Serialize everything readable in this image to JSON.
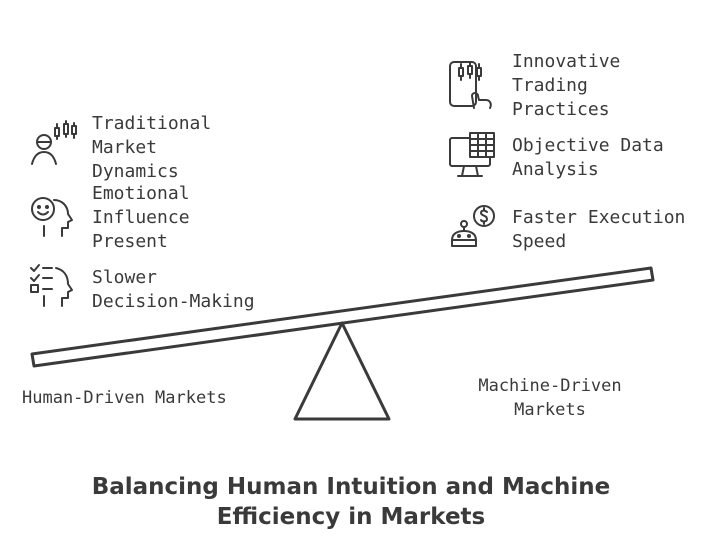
{
  "left_side": {
    "label": "Human-Driven Markets",
    "items": [
      {
        "icon": "person-chart-icon",
        "lines": [
          "Traditional",
          "Market",
          "Dynamics"
        ]
      },
      {
        "icon": "emotional-head-icon",
        "lines": [
          "Emotional",
          "Influence",
          "Present"
        ]
      },
      {
        "icon": "checklist-head-icon",
        "lines": [
          "Slower",
          "Decision-Making"
        ]
      }
    ]
  },
  "right_side": {
    "label_lines": [
      "Machine-Driven",
      "Markets"
    ],
    "items": [
      {
        "icon": "tablet-candlestick-icon",
        "lines": [
          "Innovative",
          "Trading",
          "Practices"
        ]
      },
      {
        "icon": "monitor-spreadsheet-icon",
        "lines": [
          "Objective Data",
          "Analysis"
        ]
      },
      {
        "icon": "robot-dollar-icon",
        "lines": [
          "Faster Execution",
          "Speed"
        ]
      }
    ]
  },
  "title_lines": [
    "Balancing Human Intuition and Machine",
    "Efficiency in Markets"
  ]
}
